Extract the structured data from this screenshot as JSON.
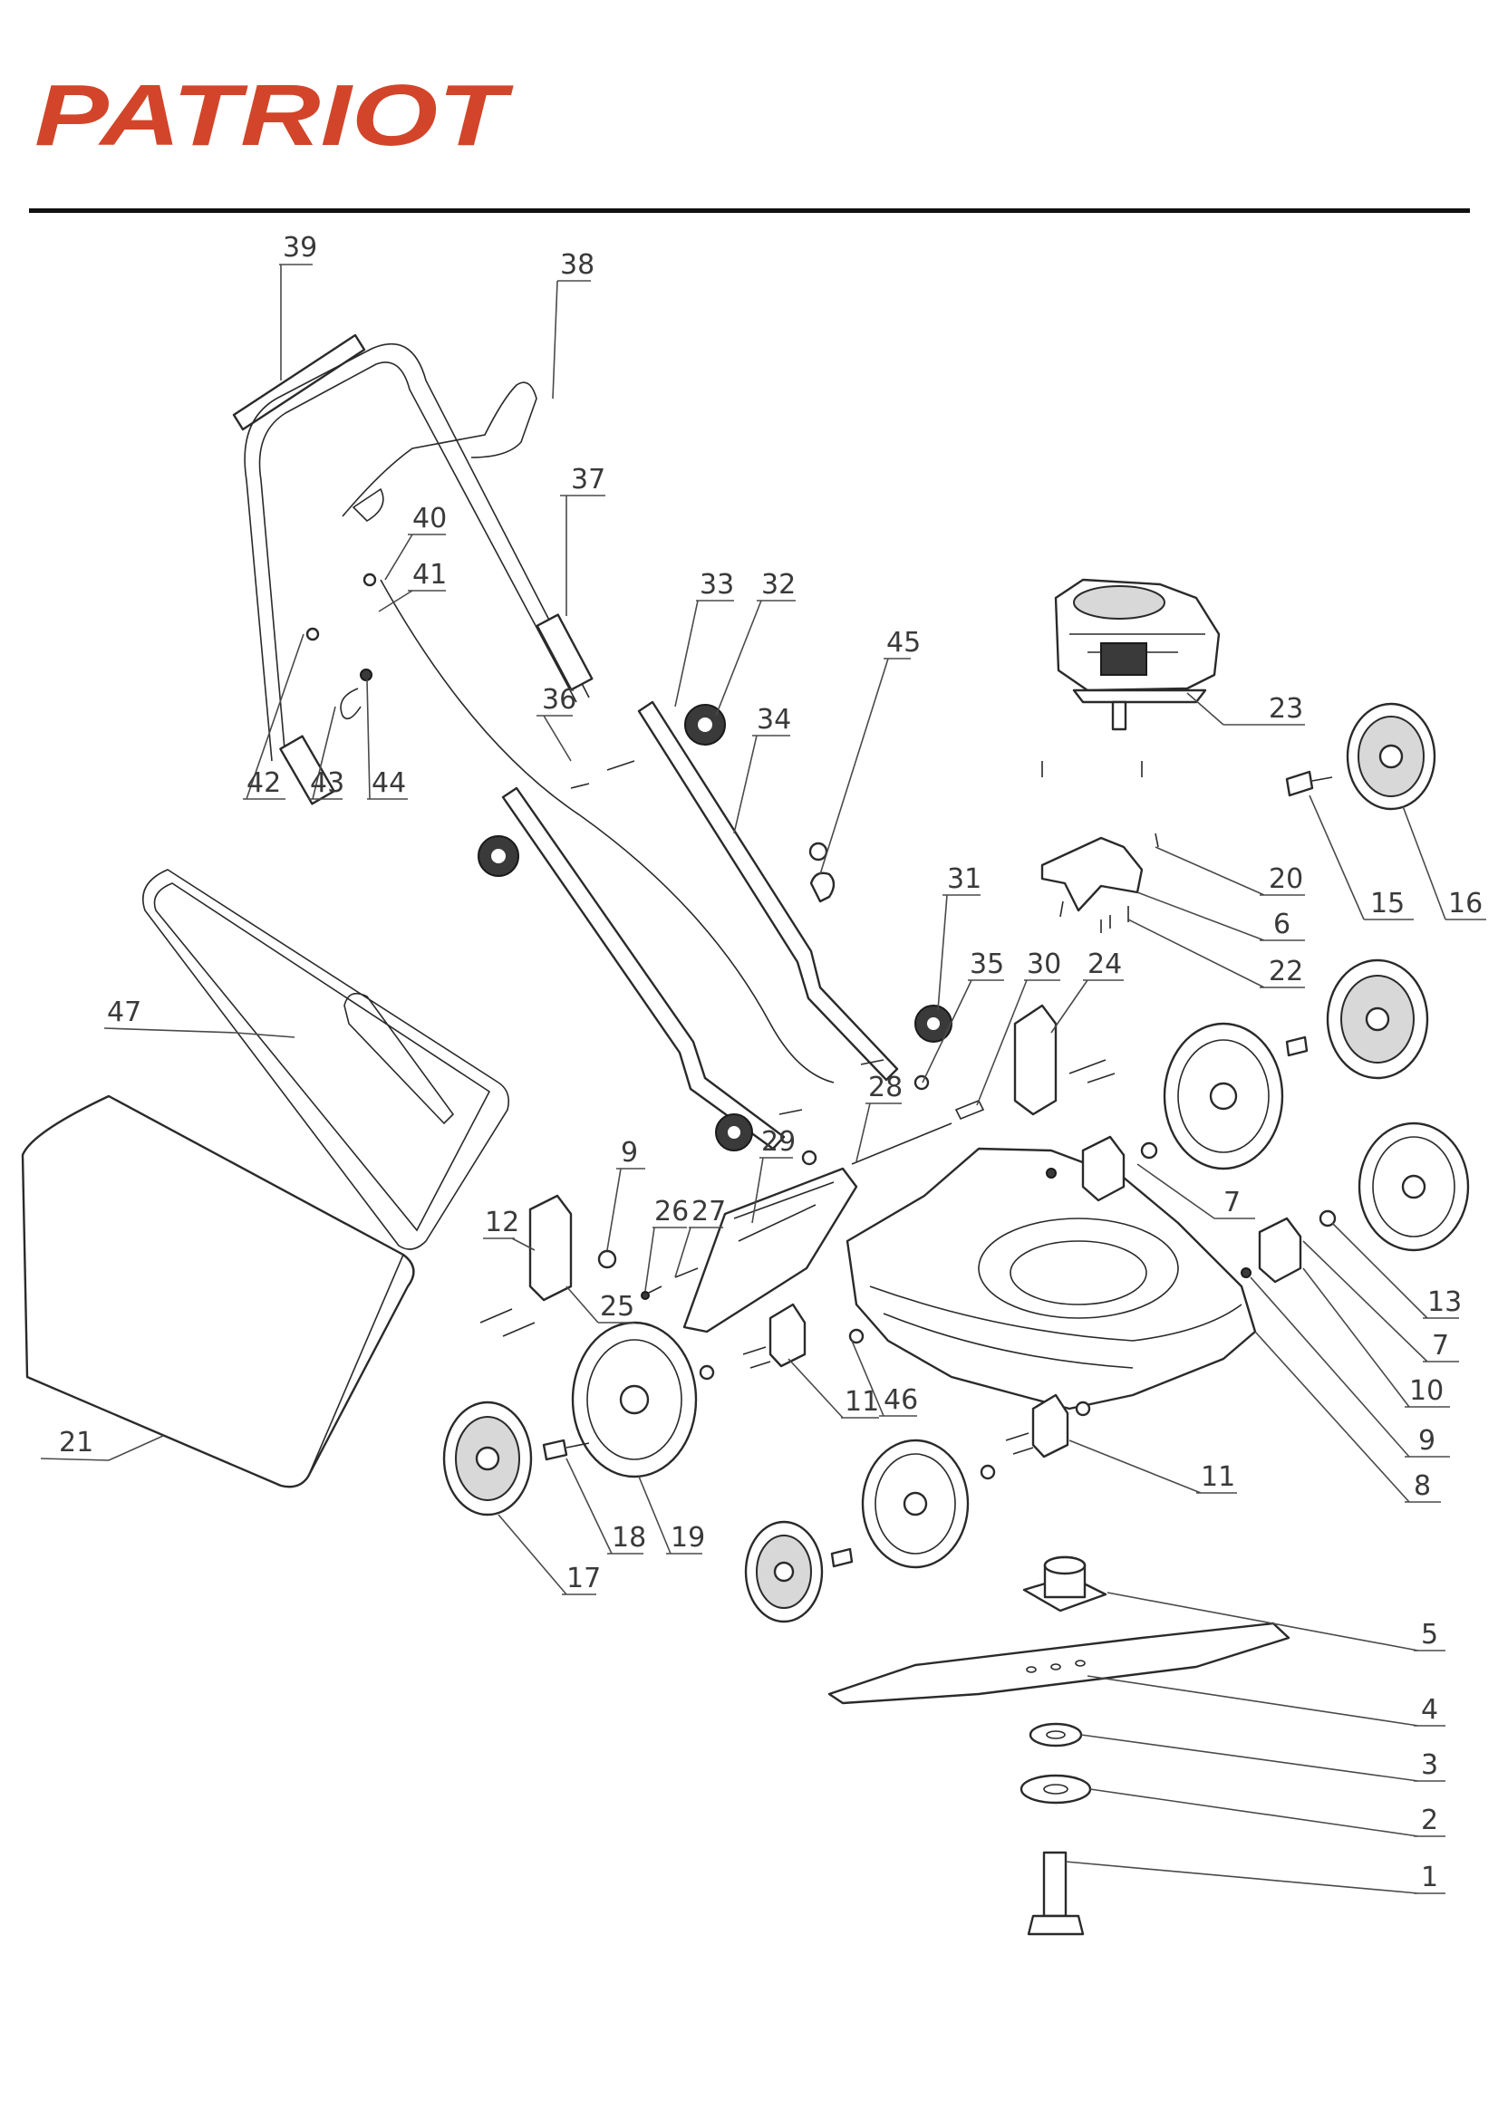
{
  "brand": {
    "name": "PATRIOT",
    "color": "#d2452a"
  },
  "callouts": [
    {
      "id": "c39",
      "label": "39"
    },
    {
      "id": "c38",
      "label": "38"
    },
    {
      "id": "c37",
      "label": "37"
    },
    {
      "id": "c40",
      "label": "40"
    },
    {
      "id": "c41",
      "label": "41"
    },
    {
      "id": "c33",
      "label": "33"
    },
    {
      "id": "c32",
      "label": "32"
    },
    {
      "id": "c45",
      "label": "45"
    },
    {
      "id": "c36",
      "label": "36"
    },
    {
      "id": "c34",
      "label": "34"
    },
    {
      "id": "c42",
      "label": "42"
    },
    {
      "id": "c43",
      "label": "43"
    },
    {
      "id": "c44",
      "label": "44"
    },
    {
      "id": "c23",
      "label": "23"
    },
    {
      "id": "c20",
      "label": "20"
    },
    {
      "id": "c15",
      "label": "15"
    },
    {
      "id": "c16",
      "label": "16"
    },
    {
      "id": "c6",
      "label": "6"
    },
    {
      "id": "c22",
      "label": "22"
    },
    {
      "id": "c31",
      "label": "31"
    },
    {
      "id": "c35",
      "label": "35"
    },
    {
      "id": "c30",
      "label": "30"
    },
    {
      "id": "c24",
      "label": "24"
    },
    {
      "id": "c47",
      "label": "47"
    },
    {
      "id": "c28",
      "label": "28"
    },
    {
      "id": "c29",
      "label": "29"
    },
    {
      "id": "c9a",
      "label": "9"
    },
    {
      "id": "c7a",
      "label": "7"
    },
    {
      "id": "c26",
      "label": "26"
    },
    {
      "id": "c27",
      "label": "27"
    },
    {
      "id": "c12",
      "label": "12"
    },
    {
      "id": "c25",
      "label": "25"
    },
    {
      "id": "c13",
      "label": "13"
    },
    {
      "id": "c7b",
      "label": "7"
    },
    {
      "id": "c10",
      "label": "10"
    },
    {
      "id": "c11a",
      "label": "11"
    },
    {
      "id": "c46",
      "label": "46"
    },
    {
      "id": "c9b",
      "label": "9"
    },
    {
      "id": "c21",
      "label": "21"
    },
    {
      "id": "c18",
      "label": "18"
    },
    {
      "id": "c19",
      "label": "19"
    },
    {
      "id": "c11b",
      "label": "11"
    },
    {
      "id": "c8",
      "label": "8"
    },
    {
      "id": "c17",
      "label": "17"
    },
    {
      "id": "c5",
      "label": "5"
    },
    {
      "id": "c4",
      "label": "4"
    },
    {
      "id": "c3",
      "label": "3"
    },
    {
      "id": "c2",
      "label": "2"
    },
    {
      "id": "c1",
      "label": "1"
    }
  ]
}
